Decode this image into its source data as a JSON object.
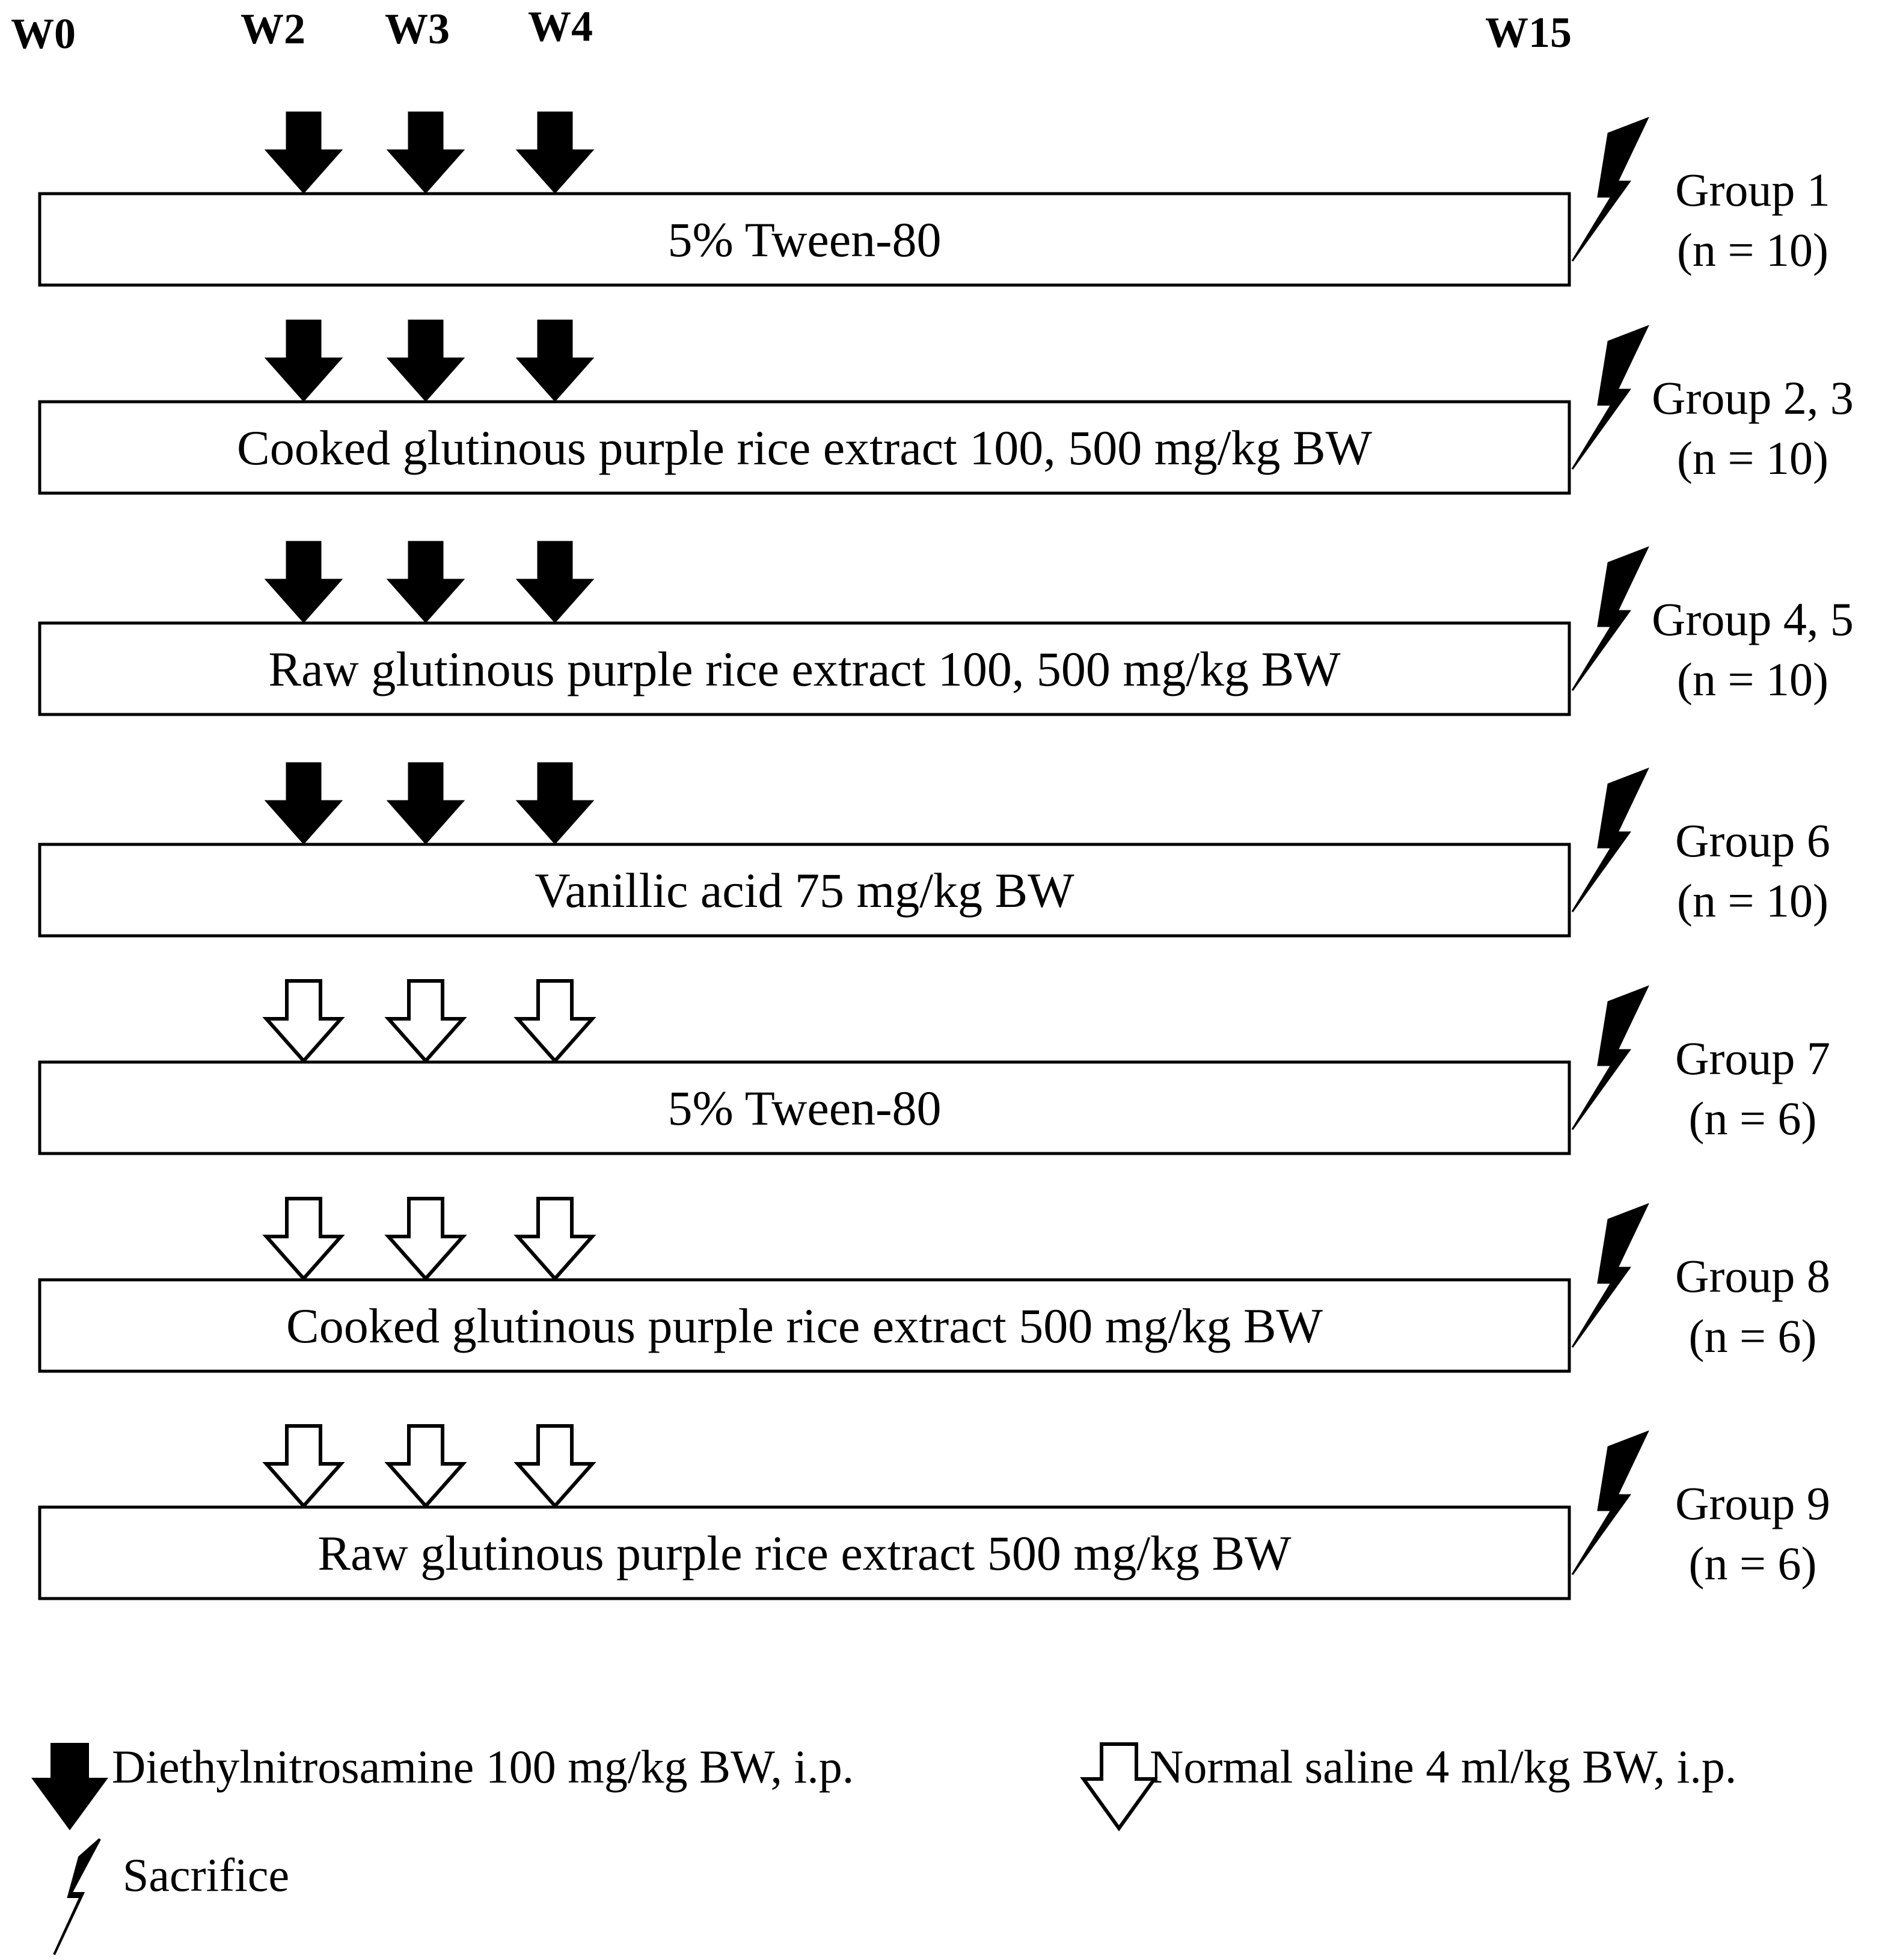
{
  "weeks": [
    "W0",
    "W2",
    "W3",
    "W4",
    "W15"
  ],
  "rows": [
    {
      "treatment": "5% Tween-80",
      "arrow": "filled",
      "group": "Group 1",
      "n": "(n = 10)"
    },
    {
      "treatment": "Cooked glutinous purple rice extract 100, 500 mg/kg BW",
      "arrow": "filled",
      "group": "Group 2, 3",
      "n": "(n = 10)"
    },
    {
      "treatment": "Raw glutinous purple rice extract 100, 500 mg/kg BW",
      "arrow": "filled",
      "group": "Group 4, 5",
      "n": "(n = 10)"
    },
    {
      "treatment": "Vanillic acid 75 mg/kg BW",
      "arrow": "filled",
      "group": "Group 6",
      "n": "(n = 10)"
    },
    {
      "treatment": "5% Tween-80",
      "arrow": "open",
      "group": "Group 7",
      "n": "(n = 6)"
    },
    {
      "treatment": "Cooked glutinous purple rice extract 500 mg/kg BW",
      "arrow": "open",
      "group": "Group 8",
      "n": "(n = 6)"
    },
    {
      "treatment": "Raw glutinous purple rice extract 500 mg/kg BW",
      "arrow": "open",
      "group": "Group 9",
      "n": "(n = 6)"
    }
  ],
  "legend": {
    "dena": "Diethylnitrosamine 100 mg/kg BW, i.p.",
    "saline": "Normal saline 4 ml/kg BW, i.p.",
    "sacrifice": "Sacrifice"
  },
  "icons": {
    "filled_arrow": "filled-down-arrow-icon",
    "open_arrow": "open-down-arrow-icon",
    "sacrifice": "lightning-bolt-icon"
  },
  "colors": {
    "ink": "#000000",
    "paper": "#ffffff"
  }
}
